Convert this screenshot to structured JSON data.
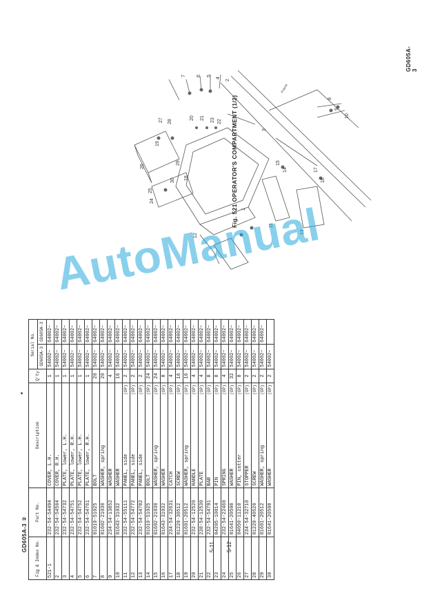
{
  "figure": {
    "title": "Fig. 521   OPERATOR'S COMPARTMENT (1/2)"
  },
  "footer": {
    "left_code": "GD605A-3 ②",
    "right_code": "GD605A-3",
    "left_page": "5-11",
    "right_page": "5-12"
  },
  "watermark": "AutoManual",
  "table": {
    "headers": {
      "fig": "Fig & Index No.",
      "part": "Part No.",
      "desc": "Description",
      "qty": "Q'ty",
      "serial": "Serial No.",
      "s1": "GD605A-3",
      "s2": "GD605A-3"
    },
    "rows": [
      {
        "fig": "521-1",
        "part": "232-54-54494",
        "desc": "COVER, L.H.",
        "cop": "",
        "qty": "1",
        "s1": "54002~",
        "s2": "64002~"
      },
      {
        "fig": "2",
        "part": "232-54-54504",
        "desc": "COVER, R.H.",
        "cop": "",
        "qty": "1",
        "s1": "54002~",
        "s2": "64002~"
      },
      {
        "fig": "3",
        "part": "232-54-54732",
        "desc": "PLATE, lower, L.H.",
        "cop": "",
        "qty": "1",
        "s1": "54002~",
        "s2": "64002~"
      },
      {
        "fig": "4",
        "part": "232-54-54751",
        "desc": "PLATE, lower, R.H.",
        "cop": "",
        "qty": "1",
        "s1": "54002~",
        "s2": "64002~"
      },
      {
        "fig": "5",
        "part": "232-54-54752",
        "desc": "PLATE, lower, L.H.",
        "cop": "",
        "qty": "1",
        "s1": "54002~",
        "s2": "64002~"
      },
      {
        "fig": "6",
        "part": "232-54-54761",
        "desc": "PLATE, lower, R.H.",
        "cop": "",
        "qty": "1",
        "s1": "54002~",
        "s2": "64002~"
      },
      {
        "fig": "7",
        "part": "01010-51025",
        "desc": "BOLT",
        "cop": "",
        "qty": "20",
        "s1": "54002~",
        "s2": "64002~"
      },
      {
        "fig": "8",
        "part": "01602-21030",
        "desc": "WASHER, spring",
        "cop": "",
        "qty": "20",
        "s1": "54002~",
        "s2": "64002~"
      },
      {
        "fig": "9",
        "part": "234-54-13852",
        "desc": "WASHER",
        "cop": "",
        "qty": "4",
        "s1": "54002~",
        "s2": "64002~"
      },
      {
        "fig": "10",
        "part": "01643-31032",
        "desc": "WASHER",
        "cop": "",
        "qty": "16",
        "s1": "54002~",
        "s2": "64002~"
      },
      {
        "fig": "11",
        "part": "232-54-55111",
        "desc": "PANEL, side",
        "cop": "(OP)",
        "qty": "2",
        "s1": "54002~",
        "s2": "64002~"
      },
      {
        "fig": "12",
        "part": "232-54-54772",
        "desc": "PANEL, side",
        "cop": "(OP)",
        "qty": "2",
        "s1": "54002~",
        "s2": "64002~"
      },
      {
        "fig": "13",
        "part": "232-54-54782",
        "desc": "PANEL, side",
        "cop": "(OP)",
        "qty": "2",
        "s1": "54002~",
        "s2": "64002~"
      },
      {
        "fig": "14",
        "part": "01010-51025",
        "desc": "BOLT",
        "cop": "(OP)",
        "qty": "24",
        "s1": "54002~",
        "s2": "64002~"
      },
      {
        "fig": "15",
        "part": "01602-21030",
        "desc": "WASHER, spring",
        "cop": "(OP)",
        "qty": "24",
        "s1": "54002~",
        "s2": "64002~"
      },
      {
        "fig": "16",
        "part": "01643-31032",
        "desc": "WASHER",
        "cop": "(OP)",
        "qty": "8",
        "s1": "54002~",
        "s2": "64002~"
      },
      {
        "fig": "17",
        "part": "234-54-32631",
        "desc": "CATCH",
        "cop": "(OP)",
        "qty": "4",
        "s1": "54002~",
        "s2": "64002~"
      },
      {
        "fig": "18",
        "part": "01220-30512",
        "desc": "SCREW",
        "cop": "(OP)",
        "qty": "16",
        "s1": "54002~",
        "s2": "64002~"
      },
      {
        "fig": "19",
        "part": "01601-20512",
        "desc": "WASHER, spring",
        "cop": "(OP)",
        "qty": "16",
        "s1": "54002~",
        "s2": "64002~"
      },
      {
        "fig": "20",
        "part": "232-54-12520",
        "desc": "HANDLE",
        "cop": "(OP)",
        "qty": "4",
        "s1": "54002~",
        "s2": "64002~"
      },
      {
        "fig": "21",
        "part": "238-54-12530",
        "desc": "PLATE",
        "cop": "(OP)",
        "qty": "4",
        "s1": "54002~",
        "s2": "64002~"
      },
      {
        "fig": "22",
        "part": "232-54-54791",
        "desc": "BAR",
        "cop": "(OP)",
        "qty": "8",
        "s1": "54002~",
        "s2": "64002~"
      },
      {
        "fig": "23",
        "part": "04205-10014",
        "desc": "PIN",
        "cop": "(OP)",
        "qty": "8",
        "s1": "54002~",
        "s2": "64002~"
      },
      {
        "fig": "24",
        "part": "232-54-22460",
        "desc": "SPRING",
        "cop": "(OP)",
        "qty": "4",
        "s1": "54002~",
        "s2": "64002~"
      },
      {
        "fig": "25",
        "part": "01641-20508",
        "desc": "WASHER",
        "cop": "(OP)",
        "qty": "32",
        "s1": "54002~",
        "s2": "64002~"
      },
      {
        "fig": "26",
        "part": "04050-11210",
        "desc": "PIN, cotter",
        "cop": "(OP)",
        "qty": "8",
        "s1": "54002~",
        "s2": "64002~"
      },
      {
        "fig": "27",
        "part": "234-54-32710",
        "desc": "STOPPER",
        "cop": "(OP)",
        "qty": "2",
        "s1": "54002~",
        "s2": "64002~"
      },
      {
        "fig": "28",
        "part": "01220-40520",
        "desc": "SCREW",
        "cop": "(OP)",
        "qty": "2",
        "s1": "54002~",
        "s2": "64002~"
      },
      {
        "fig": "29",
        "part": "01601-20512",
        "desc": "WASHER, spring",
        "cop": "(OP)",
        "qty": "2",
        "s1": "54002~",
        "s2": "64002~"
      },
      {
        "fig": "30",
        "part": "01641-20508",
        "desc": "WASHER",
        "cop": "(OP)",
        "qty": "2",
        "s1": "54002~",
        "s2": ""
      }
    ]
  },
  "diagram": {
    "callouts": [
      "1",
      "2",
      "3",
      "4",
      "5",
      "6",
      "7",
      "8",
      "9",
      "10",
      "11",
      "12",
      "13",
      "14",
      "15",
      "16",
      "17",
      "18",
      "19",
      "20",
      "21",
      "22",
      "23",
      "24",
      "25",
      "26",
      "27",
      "28",
      "29",
      "30"
    ],
    "frame_label": "Frame"
  }
}
